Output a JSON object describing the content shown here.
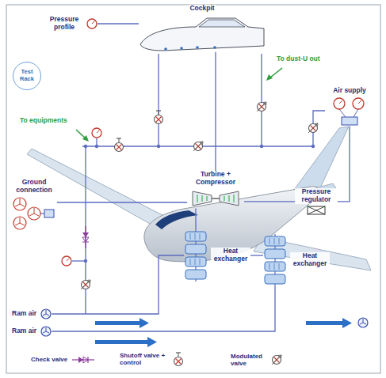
{
  "diagram": {
    "nodes": [
      {
        "text": [
          "Cockpit"
        ]
      },
      {
        "text": [
          "Test Rack"
        ]
      },
      {
        "text": [
          "Air supply"
        ]
      },
      {
        "text": [
          "Turbine + Compressor"
        ]
      },
      {
        "text": [
          "Ground connection"
        ]
      },
      {
        "text": [
          "Pressure regulator"
        ]
      },
      {
        "text": [
          "Heat exchanger"
        ]
      },
      {
        "text": [
          "Heat exchanger"
        ]
      },
      {
        "text": [
          "Ram air"
        ]
      },
      {
        "text": [
          "Ram air"
        ]
      }
    ],
    "edges": [
      {
        "from": 2,
        "to": 5,
        "arrow": "none"
      },
      {
        "from": 5,
        "to": 3,
        "arrow": "none"
      },
      {
        "from": 3,
        "to": 0,
        "arrow": "none"
      },
      {
        "from": 4,
        "to": 3,
        "arrow": "none"
      },
      {
        "from": 6,
        "to": 3,
        "arrow": "none"
      },
      {
        "from": 6,
        "to": 7,
        "arrow": "none"
      },
      {
        "from": 8,
        "to": 6,
        "arrow": "none"
      },
      {
        "from": 9,
        "to": 7,
        "arrow": "none"
      }
    ],
    "labels": [
      "Pressure profile",
      "To equipments",
      "To dust-U out"
    ],
    "legend": [
      {
        "text": "Check valve"
      },
      {
        "text": "Shutoff valve + control"
      },
      {
        "text": "Modulated valve"
      }
    ]
  }
}
